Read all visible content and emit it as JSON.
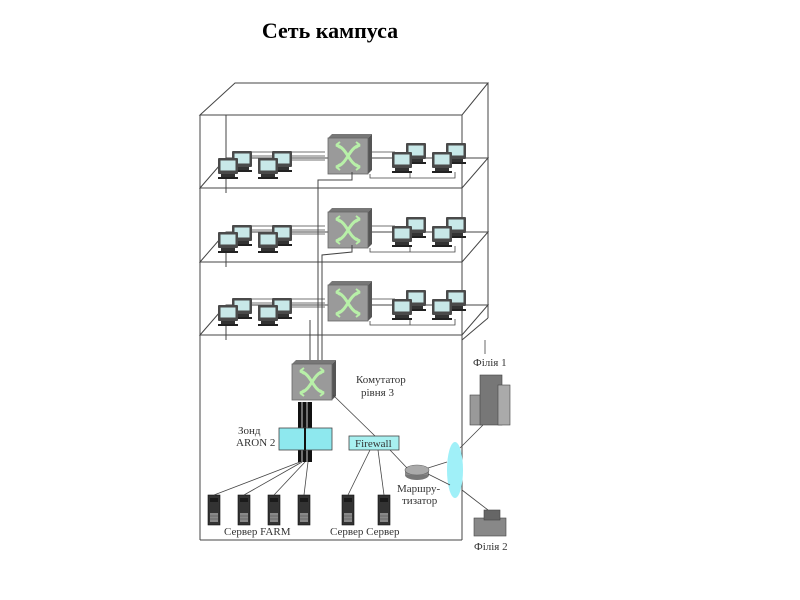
{
  "title": "Сеть кампуса",
  "labels": {
    "core_switch": [
      "Комутатор",
      "рівня 3"
    ],
    "probe": [
      "Зонд",
      "ARON 2"
    ],
    "firewall": "Firewall",
    "router": [
      "Маршру-",
      "тизатор"
    ],
    "branch1": "Філія 1",
    "branch2": "Філія 2",
    "servers_farm": "Сервер FARM",
    "servers_other": "Сервер Сервер"
  },
  "floors": [
    {
      "name": "floor-1",
      "left_pcs": 4,
      "right_pcs": 4
    },
    {
      "name": "floor-2",
      "left_pcs": 4,
      "right_pcs": 4
    },
    {
      "name": "floor-3",
      "left_pcs": 4,
      "right_pcs": 4
    }
  ],
  "server_count": 6,
  "colors": {
    "switch_body": "#9a9a9a",
    "switch_arrows": "#b8f0a8",
    "screen": "#c8e8e8",
    "probe_fill": "#8ee8ee",
    "firewall_fill": "#a8f0f0",
    "ellipse_fill": "#a0f0f8"
  }
}
